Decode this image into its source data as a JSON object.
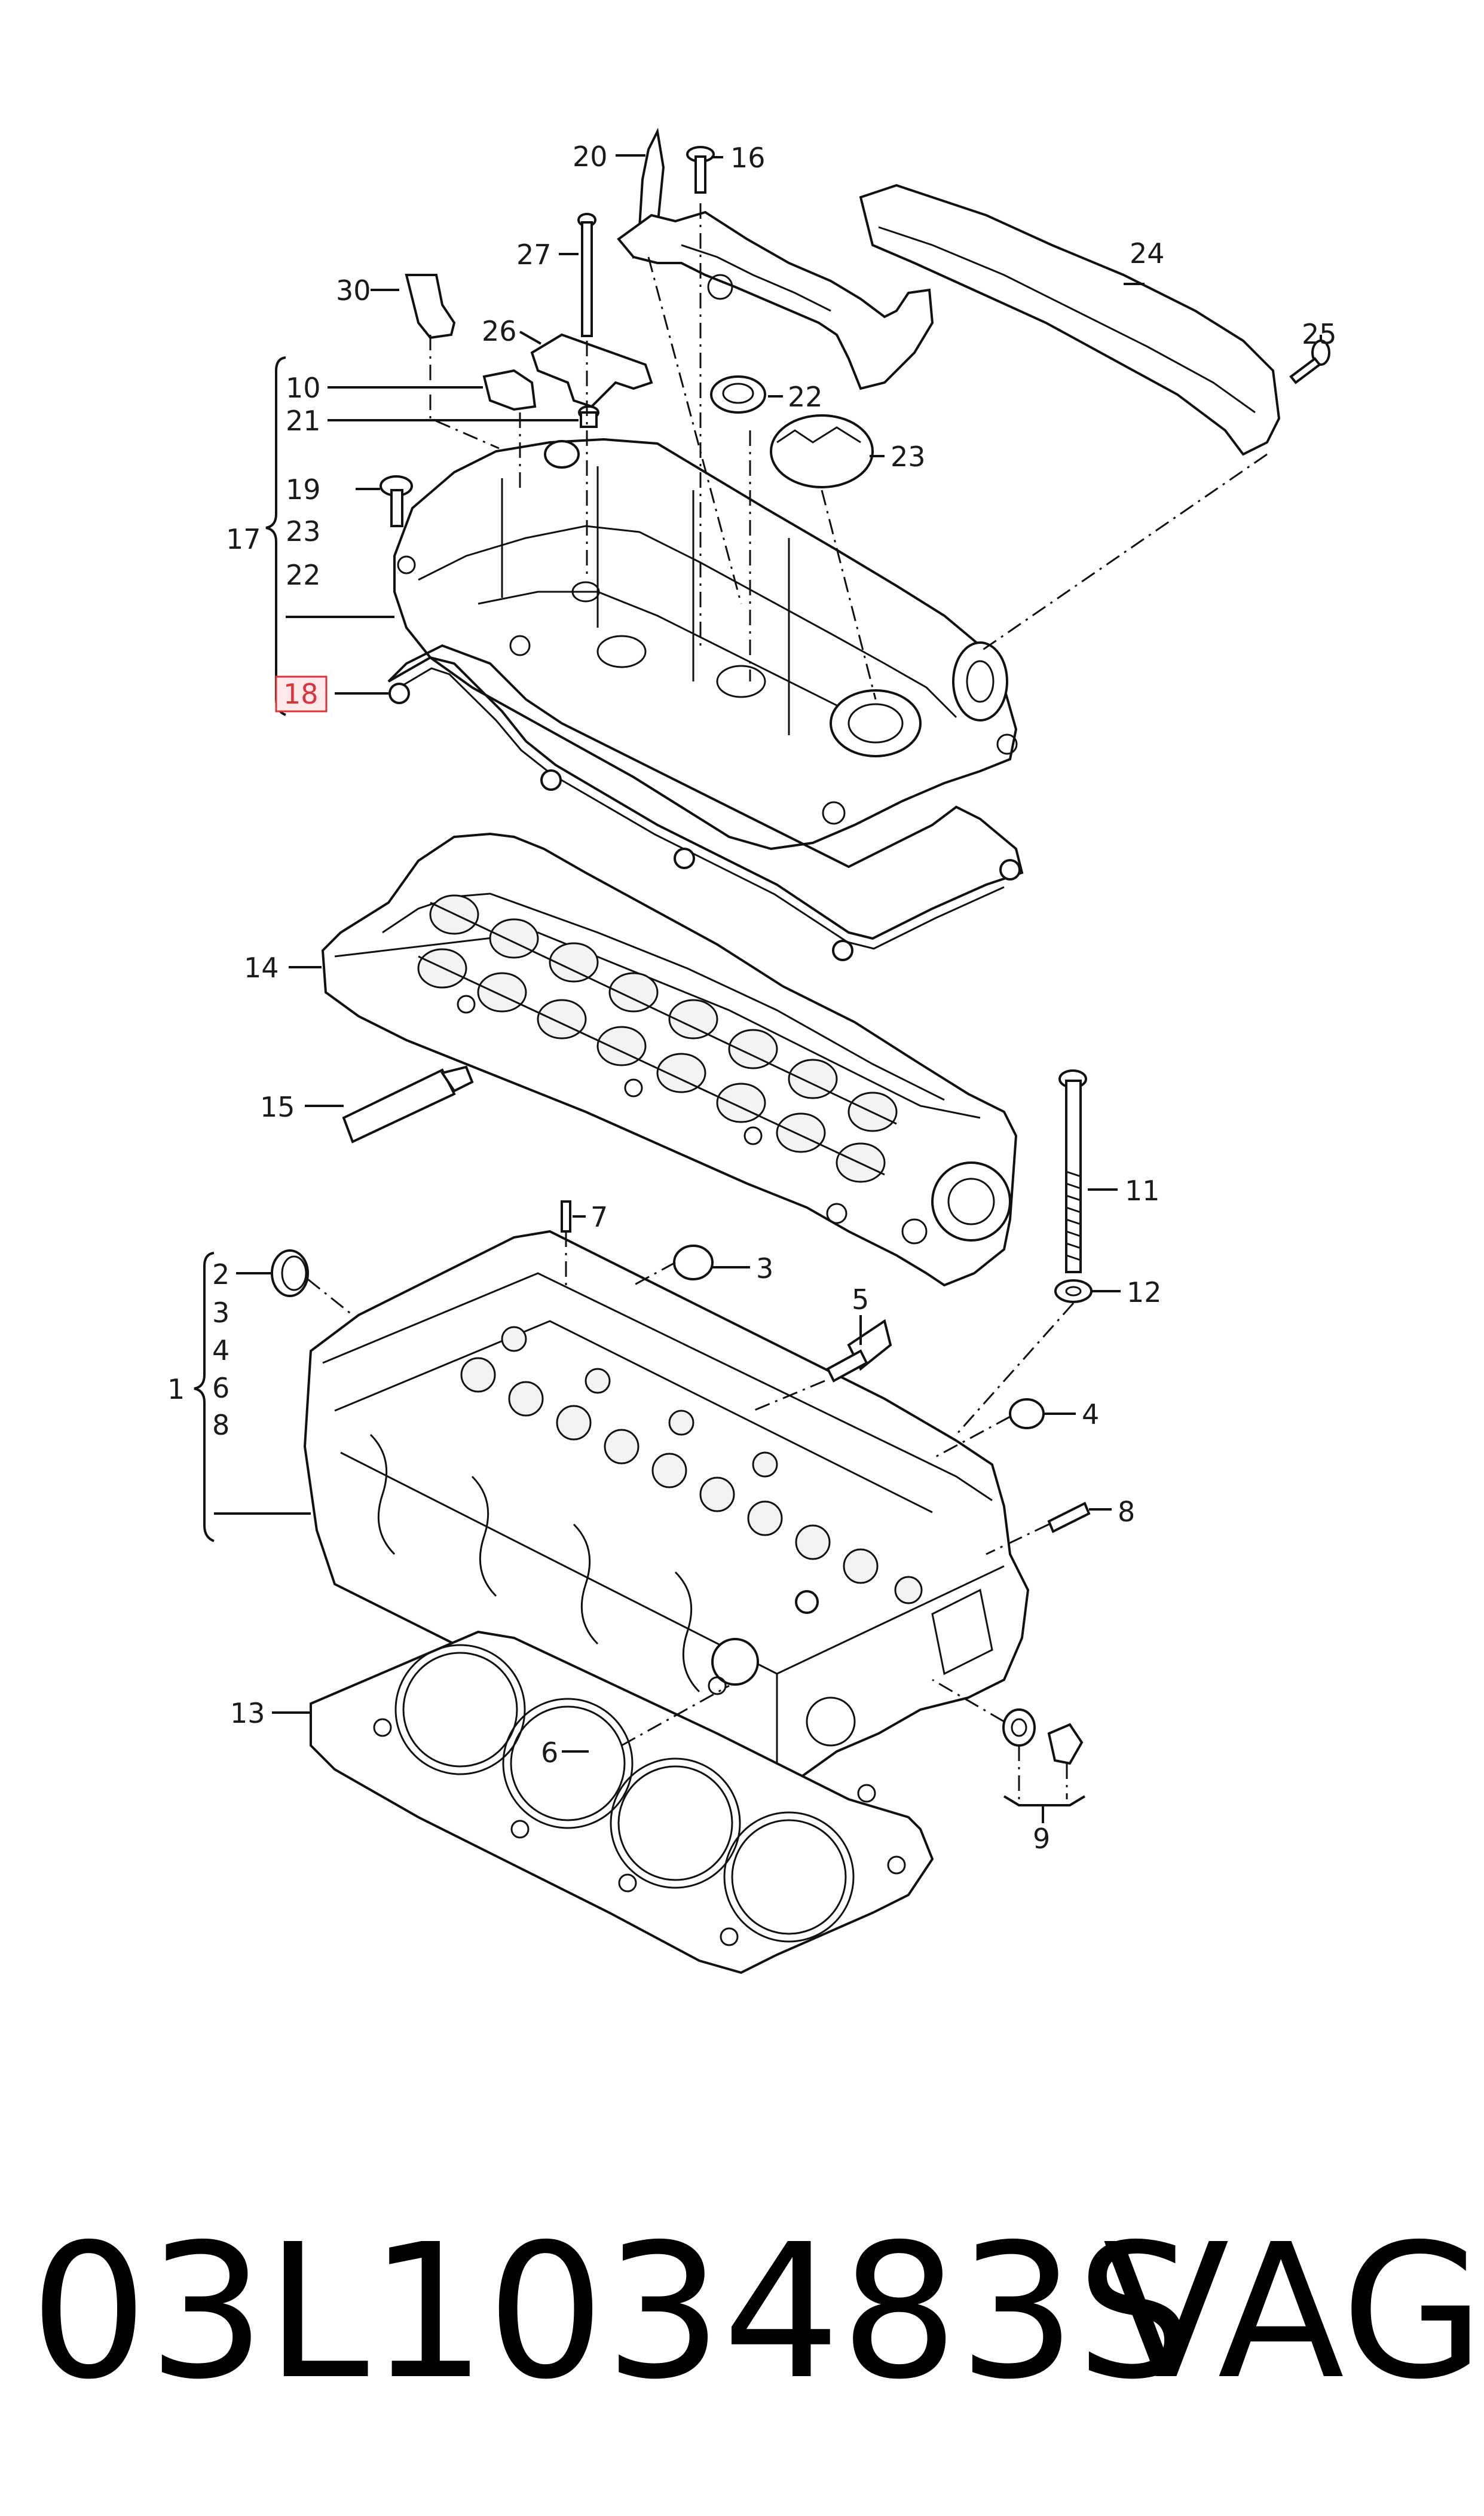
{
  "diagram": {
    "callouts": {
      "c1": "1",
      "c2": "2",
      "c3": "3",
      "c4": "4",
      "c5": "5",
      "c6": "6",
      "c7": "7",
      "c8": "8",
      "c9": "9",
      "c10": "10",
      "c11": "11",
      "c12": "12",
      "c13": "13",
      "c14": "14",
      "c15": "15",
      "c16": "16",
      "c17": "17",
      "c18": "18",
      "c19": "19",
      "c20": "20",
      "c21": "21",
      "c22": "22",
      "c23": "23",
      "c24": "24",
      "c25": "25",
      "c26": "26",
      "c27": "27",
      "c30": "30"
    },
    "group17_list": [
      "10",
      "21",
      "19",
      "23",
      "22"
    ],
    "group1_list": [
      "2",
      "3",
      "4",
      "6",
      "8"
    ],
    "highlight": {
      "label": "18",
      "color": "#d9333b"
    }
  },
  "footer": {
    "part_number": "03L103483S",
    "brand": "VAG"
  }
}
